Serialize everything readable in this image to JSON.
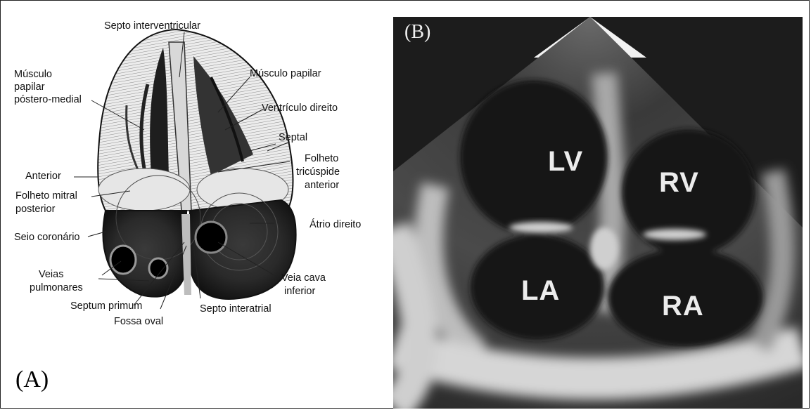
{
  "panel_a": {
    "tag": "(A)",
    "labels": {
      "septo_interventricular": "Septo interventricular",
      "musculo_papilar_pm_1": "Músculo",
      "musculo_papilar_pm_2": "papilar",
      "musculo_papilar_pm_3": "póstero-medial",
      "musculo_papilar": "Músculo papilar",
      "ventriculo_direito": "Ventrículo direito",
      "septal": "Septal",
      "folheto_tricuspide_1": "Folheto",
      "folheto_tricuspide_2": "tricúspide",
      "folheto_tricuspide_3": "anterior",
      "anterior": "Anterior",
      "folheto_mitral_1": "Folheto mitral",
      "folheto_mitral_2": "posterior",
      "atrio_direito": "Átrio direito",
      "seio_coronario": "Seio coronário",
      "veias_pulmonares_1": "Veias",
      "veias_pulmonares_2": "pulmonares",
      "veia_cava_1": "Veia cava",
      "veia_cava_2": "inferior",
      "septum_primum": "Septum primum",
      "septo_interatrial": "Septo interatrial",
      "fossa_oval": "Fossa oval"
    }
  },
  "panel_b": {
    "tag": "(B)",
    "chambers": {
      "lv": "LV",
      "rv": "RV",
      "la": "LA",
      "ra": "RA"
    }
  }
}
